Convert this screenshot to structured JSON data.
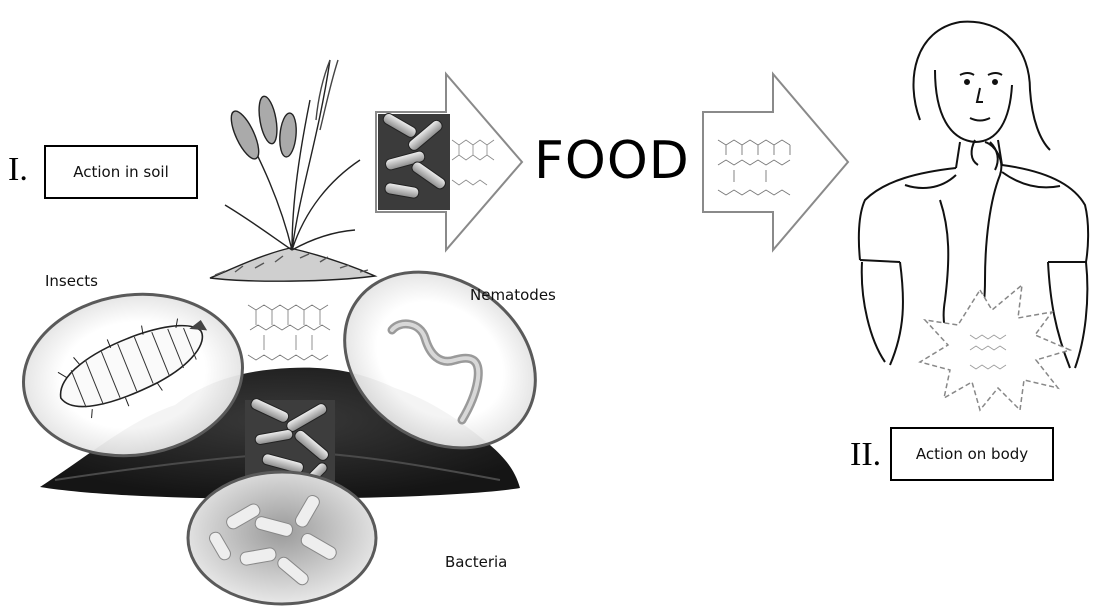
{
  "step1": {
    "numeral": "I.",
    "label": "Action in soil"
  },
  "step2": {
    "numeral": "II.",
    "label": "Action on body"
  },
  "center_word": "FOOD",
  "organisms": {
    "insects": "Insects",
    "nematodes": "Nematodes",
    "bacteria": "Bacteria"
  },
  "icons": [
    "wheat-plant-icon",
    "soil-mound-icon",
    "insect-larva-icon",
    "nematode-worm-icon",
    "bacteria-rods-icon",
    "peptide-molecule-icon",
    "arrow-right-icon",
    "woman-figure-icon",
    "burst-star-icon"
  ],
  "colors": {
    "ellipse_stroke": "#5a5a5a",
    "arrow_stroke": "#8a8a8a",
    "soil": "#2a2a2a"
  }
}
